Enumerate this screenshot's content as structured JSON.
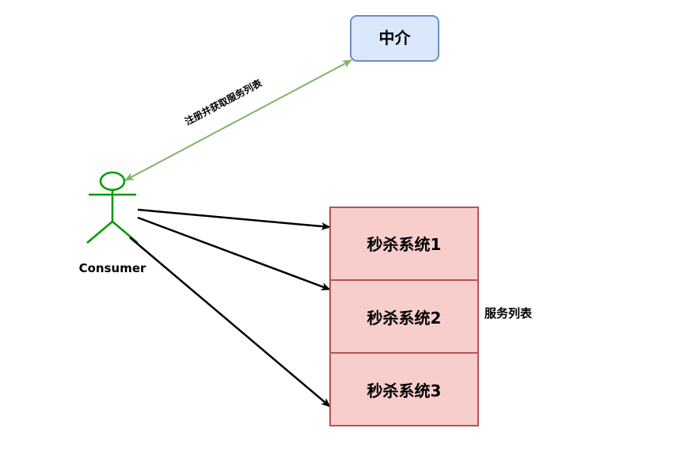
{
  "broker": {
    "label": "中介",
    "fill": "#dae8fc",
    "stroke": "#6c8ebf"
  },
  "consumer": {
    "label": "Consumer",
    "color": "#009900"
  },
  "register_edge": {
    "label": "注册并获取服务列表",
    "color": "#82b366"
  },
  "service_list": {
    "label": "服务列表",
    "fill": "#f8cecc",
    "stroke": "#b85450",
    "systems": [
      {
        "label": "秒杀系统1"
      },
      {
        "label": "秒杀系统2"
      },
      {
        "label": "秒杀系统3"
      }
    ]
  },
  "request_edge_color": "#000000"
}
